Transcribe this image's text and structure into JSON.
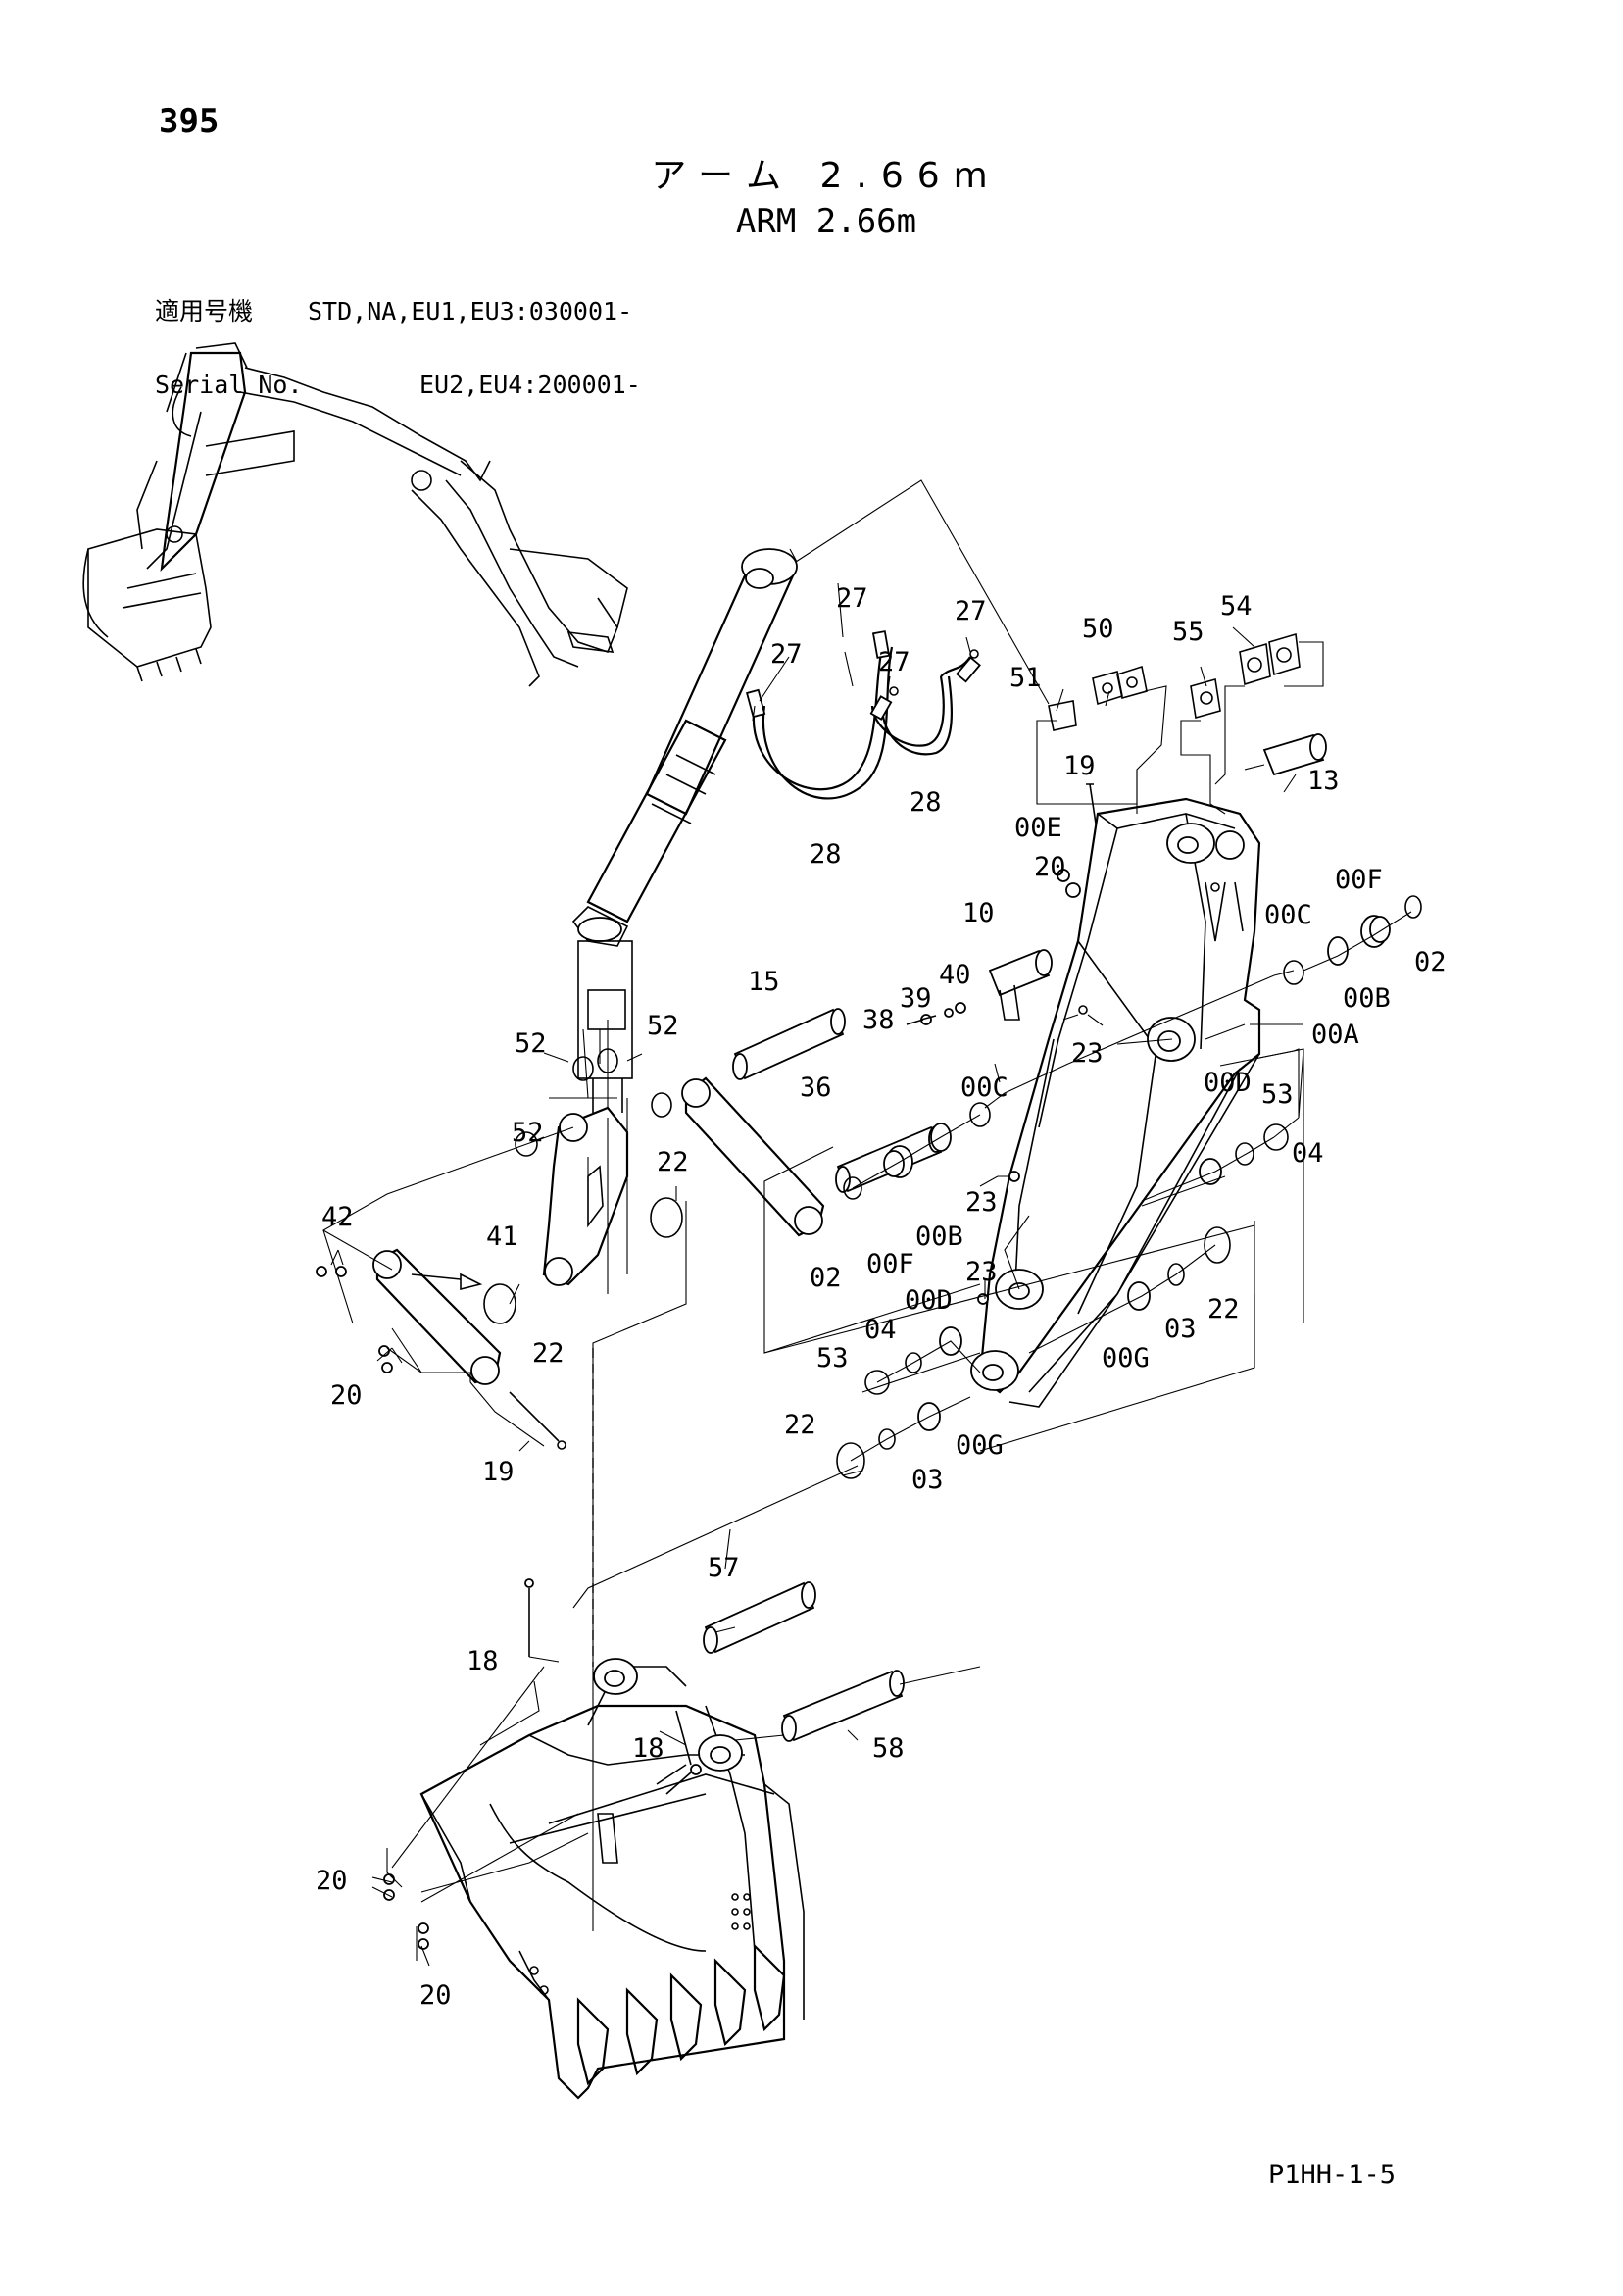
{
  "page_number": "395",
  "title_jp": "アーム 2.66m",
  "title_en": "ARM 2.66m",
  "serial": {
    "label_jp": "適用号機",
    "label_en": "Serial No.",
    "line1": "STD,NA,EU1,EU3:030001-",
    "line2": "EU2,EU4:200001-"
  },
  "footer_code": "P1HH-1-5",
  "callouts": [
    {
      "id": "c27a",
      "label": "27"
    },
    {
      "id": "c27b",
      "label": "27"
    },
    {
      "id": "c27c",
      "label": "27"
    },
    {
      "id": "c27d",
      "label": "27"
    },
    {
      "id": "c28a",
      "label": "28"
    },
    {
      "id": "c28b",
      "label": "28"
    },
    {
      "id": "c50",
      "label": "50"
    },
    {
      "id": "c54",
      "label": "54"
    },
    {
      "id": "c51",
      "label": "51"
    },
    {
      "id": "c55",
      "label": "55"
    },
    {
      "id": "c13",
      "label": "13"
    },
    {
      "id": "c19a",
      "label": "19"
    },
    {
      "id": "c00E",
      "label": "00E"
    },
    {
      "id": "c20a",
      "label": "20"
    },
    {
      "id": "c00F",
      "label": "00F"
    },
    {
      "id": "c10",
      "label": "10"
    },
    {
      "id": "c00Ca",
      "label": "00C"
    },
    {
      "id": "c02a",
      "label": "02"
    },
    {
      "id": "c00Ba",
      "label": "00B"
    },
    {
      "id": "c15",
      "label": "15"
    },
    {
      "id": "c40",
      "label": "40"
    },
    {
      "id": "c39",
      "label": "39"
    },
    {
      "id": "c38",
      "label": "38"
    },
    {
      "id": "c23a",
      "label": "23"
    },
    {
      "id": "c00A",
      "label": "00A"
    },
    {
      "id": "c52a",
      "label": "52"
    },
    {
      "id": "c52b",
      "label": "52"
    },
    {
      "id": "c52c",
      "label": "52"
    },
    {
      "id": "c53a",
      "label": "53"
    },
    {
      "id": "c00Cb",
      "label": "00C"
    },
    {
      "id": "c36",
      "label": "36"
    },
    {
      "id": "c00Da",
      "label": "00D"
    },
    {
      "id": "c04a",
      "label": "04"
    },
    {
      "id": "c22a",
      "label": "22"
    },
    {
      "id": "c23b",
      "label": "23"
    },
    {
      "id": "c42",
      "label": "42"
    },
    {
      "id": "c41",
      "label": "41"
    },
    {
      "id": "c02b",
      "label": "02"
    },
    {
      "id": "c00Fb",
      "label": "00F"
    },
    {
      "id": "c00Bb",
      "label": "00B"
    },
    {
      "id": "c23c",
      "label": "23"
    },
    {
      "id": "c00Db",
      "label": "00D"
    },
    {
      "id": "c22b",
      "label": "22"
    },
    {
      "id": "c22c",
      "label": "22"
    },
    {
      "id": "c04b",
      "label": "04"
    },
    {
      "id": "c03a",
      "label": "03"
    },
    {
      "id": "c53b",
      "label": "53"
    },
    {
      "id": "c00Ga",
      "label": "00G"
    },
    {
      "id": "c20b",
      "label": "20"
    },
    {
      "id": "c22d",
      "label": "22"
    },
    {
      "id": "c00Gb",
      "label": "00G"
    },
    {
      "id": "c03b",
      "label": "03"
    },
    {
      "id": "c19b",
      "label": "19"
    },
    {
      "id": "c57",
      "label": "57"
    },
    {
      "id": "c18a",
      "label": "18"
    },
    {
      "id": "c18b",
      "label": "18"
    },
    {
      "id": "c58",
      "label": "58"
    },
    {
      "id": "c20c",
      "label": "20"
    },
    {
      "id": "c20d",
      "label": "20"
    }
  ]
}
